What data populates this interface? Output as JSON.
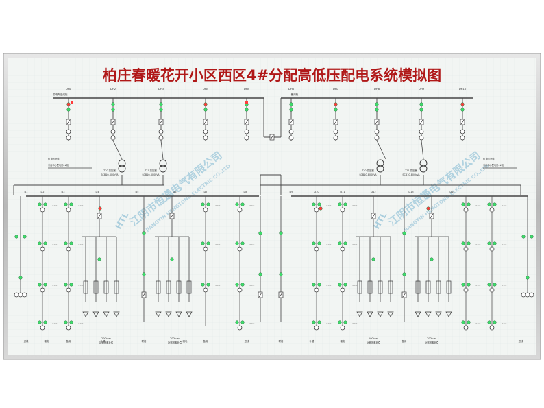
{
  "board": {
    "title": "柏庄春暖花开小区西区4#分配高低压配电系统模拟图",
    "watermark_left": "江阴市恒通电气有限公司",
    "watermark_right": "江阴市恒通电气有限公司",
    "watermark_en": "JIANGYIN HENGTONG ELECTRIC CO.,LTD",
    "watermark_logo": "HTL"
  },
  "hv": {
    "left_bus_label": "变电所进线柜",
    "right_bus_label": "备用柜",
    "left_incoming": "引自中心配电房6#柜",
    "right_incoming": "引自中心配电房4#柜",
    "left_pt": "PT电压进线",
    "right_pt": "PT电压进线",
    "transformer_left": {
      "name": "T20 变压器",
      "spec": "SCB10-800kVA"
    },
    "transformer_right": {
      "name": "T21 变压器",
      "spec": "SCB10-800kVA"
    },
    "cabinets": [
      "DH1",
      "DH2",
      "DH3",
      "DH4",
      "DH5",
      "DH6",
      "DH7",
      "DH8",
      "DH9",
      "DH10"
    ]
  },
  "lv": {
    "panels": [
      "D1",
      "D2",
      "D3",
      "D4",
      "D5",
      "D6",
      "D7",
      "D8",
      "D9",
      "D10",
      "D11",
      "D12",
      "D13",
      "D14"
    ],
    "capacitor_left": "200kvar",
    "capacitor_right": "200kvar",
    "comp_label": "功率因素补偿",
    "bottom_labels": [
      "进线",
      "暖电",
      "备用",
      "补偿",
      "联络",
      "暖电",
      "备用",
      "进线",
      "联络",
      "补偿",
      "暖电",
      "备用",
      "进线"
    ]
  }
}
